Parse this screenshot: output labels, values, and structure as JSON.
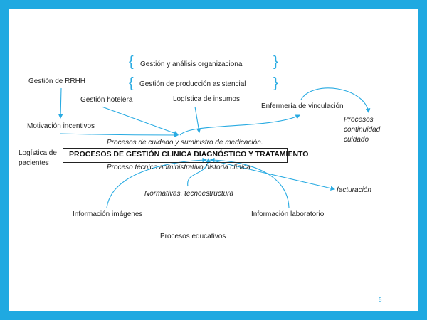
{
  "slide": {
    "top_items": [
      "Gestión y análisis organizacional",
      "Gestión de producción asistencial"
    ],
    "gestion_rrhh": "Gestión de RRHH",
    "gestion_hotelera": "Gestión hotelera",
    "logistica_insumos": "Logística de insumos",
    "enfermeria_vinculacion": "Enfermería de vinculación",
    "procesos_continuidad": [
      "Procesos",
      "continuidad",
      "cuidado"
    ],
    "motivacion": "Motivación incentivos",
    "procesos_cuidado": "Procesos de cuidado y suministro de medicación.",
    "logistica_pacientes": [
      "Logística de",
      "pacientes"
    ],
    "central_box": "PROCESOS DE GESTIÓN CLINICA DIAGNÓSTICO Y TRATAMIENTO",
    "proceso_tecnico": "Proceso técnico administrativo historia clínica",
    "normativas": "Normativas. tecnoestructura",
    "facturacion": "facturación",
    "info_imagenes": "Información imágenes",
    "info_laboratorio": "Información laboratorio",
    "procesos_educativos": "Procesos educativos",
    "page_number": "5"
  },
  "colors": {
    "border": "#1FA9E1",
    "arrow": "#29ABE2"
  }
}
